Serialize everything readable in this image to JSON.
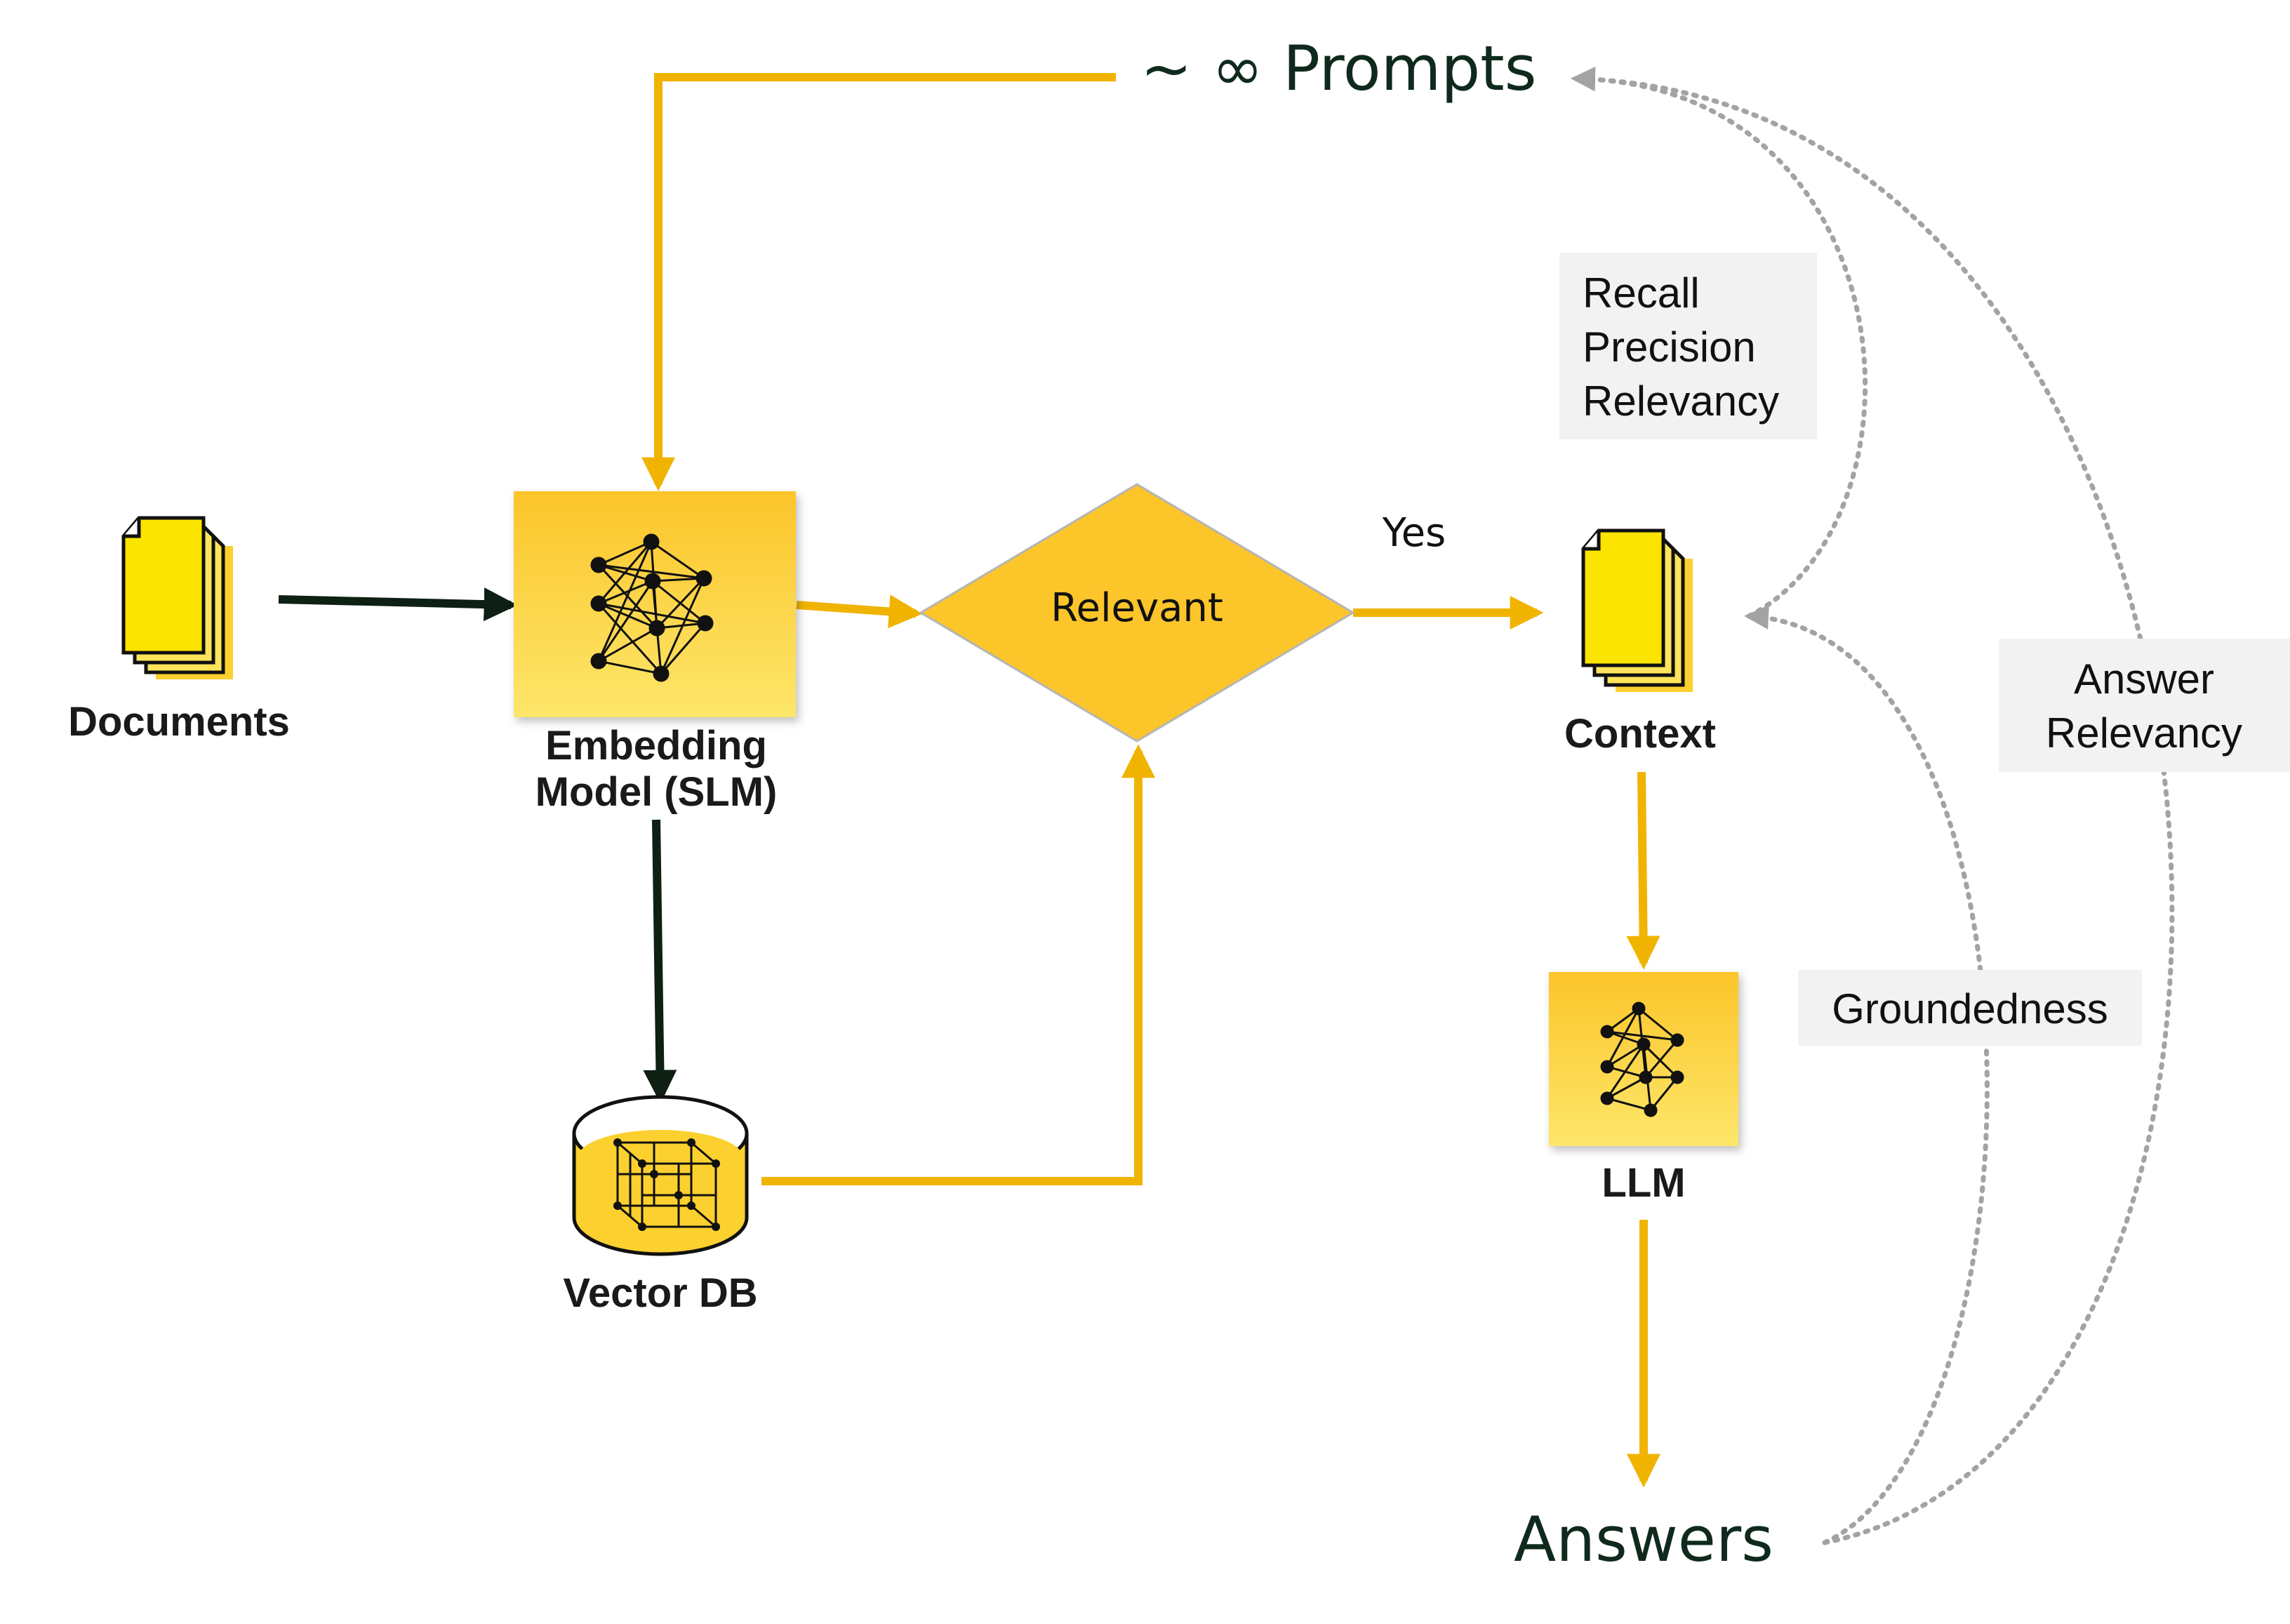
{
  "prompts_label": "~ ∞ Prompts",
  "answers_label": "Answers",
  "nodes": {
    "documents": "Documents",
    "embedding_line1": "Embedding",
    "embedding_line2": "Model (SLM)",
    "relevant": "Relevant",
    "yes": "Yes",
    "context": "Context",
    "vector_db": "Vector DB",
    "llm": "LLM"
  },
  "metrics": {
    "context_metrics": [
      "Recall",
      "Precision",
      "Relevancy"
    ],
    "answer_relevancy": [
      "Answer",
      "Relevancy"
    ],
    "groundedness": "Groundedness"
  },
  "colors": {
    "flow": "#f0b400",
    "ingest": "#0e1f14",
    "node_fill": "#fcd02e",
    "eval": "#a3a3a3",
    "metric_bg": "#f2f2f2"
  },
  "icons": [
    "document-stack-icon",
    "neural-network-icon",
    "database-icon"
  ]
}
